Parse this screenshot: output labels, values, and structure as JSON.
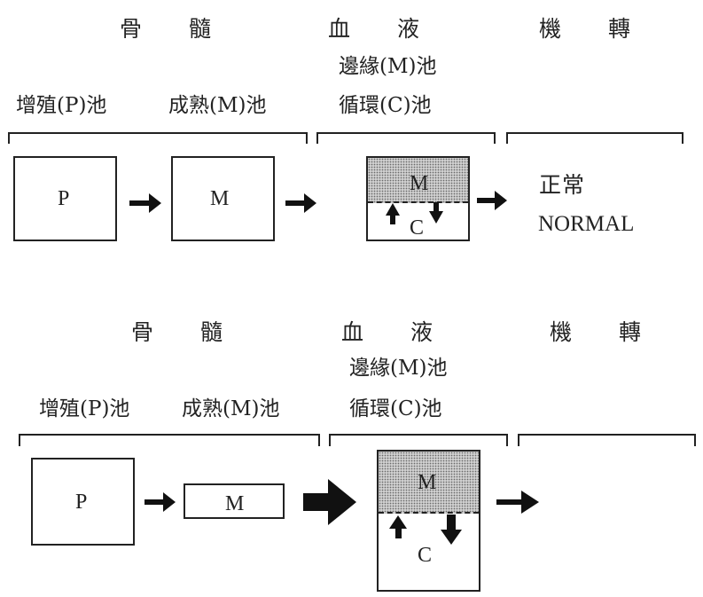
{
  "panels": [
    {
      "headings": {
        "marrow": "骨　　髓",
        "blood": "血　　液",
        "tissue": "機　　轉"
      },
      "pools": {
        "marginal": "邊緣(M)池",
        "proliferating": "增殖(P)池",
        "maturing": "成熟(M)池",
        "circulating": "循環(C)池"
      },
      "boxes": {
        "p": "P",
        "m": "M",
        "blood_m": "M",
        "blood_c": "C"
      },
      "outcome": {
        "chinese": "正常",
        "english": "NORMAL"
      }
    },
    {
      "headings": {
        "marrow": "骨　　髓",
        "blood": "血　　液",
        "tissue": "機　　轉"
      },
      "pools": {
        "marginal": "邊緣(M)池",
        "proliferating": "增殖(P)池",
        "maturing": "成熟(M)池",
        "circulating": "循環(C)池"
      },
      "boxes": {
        "p": "P",
        "m": "M",
        "blood_m": "M",
        "blood_c": "C"
      }
    }
  ]
}
